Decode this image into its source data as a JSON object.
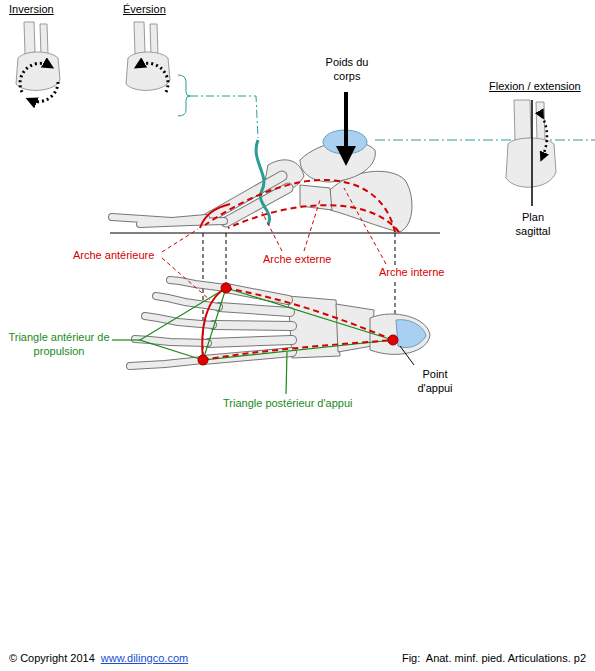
{
  "diagram": {
    "caption": "Fig:  Anat. minf. pied. Articulations. p2",
    "labels": [
      "Inversion",
      "Éversion",
      "Poids du corps",
      "Flexion / extension",
      "Plan sagittal",
      "Arche antérieure",
      "Arche externe",
      "Arche interne",
      "Triangle antérieur de propulsion",
      "Point d'appui",
      "Triangle postérieur d'appui",
      "© Copyright 2014",
      "www.dilingco.com"
    ]
  }
}
